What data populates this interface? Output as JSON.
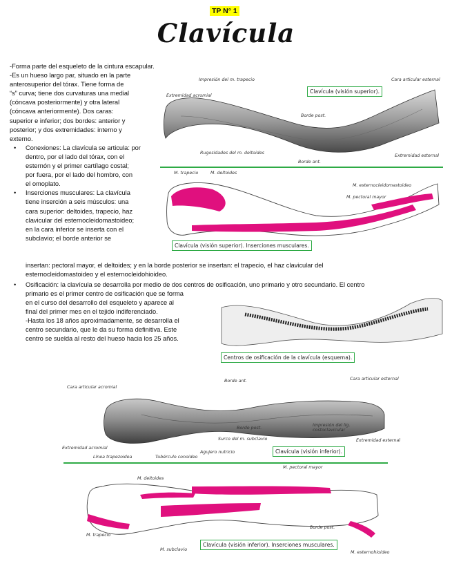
{
  "header": {
    "tp": "TP N° 1",
    "title": "Clavícula"
  },
  "intro": [
    "-Forma parte del esqueleto de la cintura escapular.",
    "-Es un hueso largo par, situado en la parte",
    "anterosuperior del tórax. Tiene forma de",
    "“s” curva; tiene dos curvaturas una medial",
    "(cóncava posteriormente) y otra lateral",
    "(cóncava anteriormente). Dos caras:",
    "superior e inferior; dos bordes: anterior y",
    "posterior; y dos extremidades: interno y",
    "externo."
  ],
  "bullets": {
    "conexiones": [
      "Conexiones: La clavícula se articula: por",
      "dentro, por el lado del tórax, con el",
      "esternón y el primer cartílago costal;",
      "por fuera, por el lado del hombro, con",
      "el omoplato."
    ],
    "inserciones": [
      "Inserciones musculares: La clavícula",
      "tiene inserción a seis músculos: una",
      "cara superior: deltoides, trapecio, haz",
      "clavicular del esternocleidomastoideo;",
      "en la cara inferior se inserta con el",
      "subclavio; el borde anterior se"
    ],
    "inserciones_wide": [
      "insertan: pectoral mayor, el deltoides; y en la borde posterior se insertan: el trapecio, el haz clavicular del",
      "esternocleidomastoideo y el esternocleidohioideo."
    ],
    "osificacion_wide": "Osificación: la clavícula se desarrolla por medio de dos centros de osificación, uno primario y otro secundario. El centro",
    "osificacion": [
      "primario es el primer centro de osificación que se forma",
      "en el curso del desarrollo del esqueleto y aparece al",
      "final del primer mes en el tejido indiferenciado.",
      "-Hasta los 18 años aproximadamente, se desarrolla el",
      "centro secundario, que le da su forma definitiva. Este",
      "centro se suelda al resto del hueso hacia los 25 años."
    ],
    "bullet_symbol": "•"
  },
  "fig1": {
    "caption": "Clavícula (visión superior).",
    "labels": {
      "impresion": "Impresión del m. trapecio",
      "cara_art": "Cara articular esternal",
      "ext_acromial": "Extremidad acromial",
      "borde_post": "Borde post.",
      "rugosidades": "Rugosidades del m. deltoides",
      "borde_ant": "Borde ant.",
      "ext_esternal": "Extremidad esternal"
    }
  },
  "fig2": {
    "caption": "Clavícula (visión superior). Inserciones musculares.",
    "labels": {
      "trapecio": "M. trapecio",
      "deltoides": "M. deltoides",
      "ecm": "M. esternocleidomastoideo",
      "pectoral": "M. pectoral mayor"
    }
  },
  "fig3": {
    "caption": "Centros de osificación de la clavícula (esquema)."
  },
  "fig4": {
    "caption": "Clavícula (visión inferior).",
    "labels": {
      "cara_acromial": "Cara articular acromial",
      "borde_ant": "Borde ant.",
      "cara_esternal": "Cara articular esternal",
      "borde_post": "Borde post.",
      "impresion": "Impresión del lig. costoclavicular",
      "ext_acromial": "Extremidad acromial",
      "surco": "Surco del m. subclavio",
      "ext_esternal": "Extremidad esternal",
      "linea": "Línea trapezoidea",
      "tuberculo": "Tubérculo conoideo",
      "agujero": "Agujero nutricio"
    }
  },
  "fig5": {
    "caption": "Clavícula (visión inferior). Inserciones musculares.",
    "labels": {
      "pectoral": "M. pectoral mayor",
      "deltoides": "M. deltoides",
      "borde_post": "Borde post.",
      "trapecio": "M. trapecio",
      "subclavio": "M. subclavio",
      "ecm": "M. esternohioideo"
    }
  },
  "colors": {
    "green": "#2eaa45",
    "magenta": "#e0107e",
    "highlight": "#ffff00"
  }
}
